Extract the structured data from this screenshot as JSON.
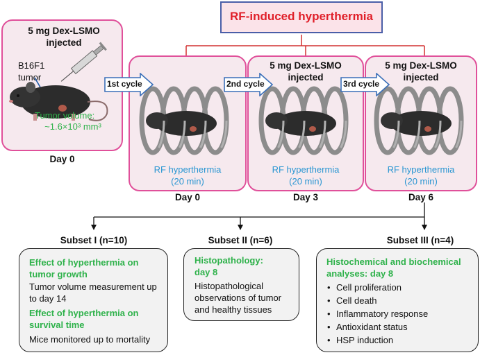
{
  "title": "RF-induced hyperthermia",
  "colors": {
    "pink_border": "#e0509a",
    "pink_fill": "#f6e9ee",
    "blue_text": "#2a96d2",
    "green_text": "#2fb24b",
    "red_title": "#e0202a",
    "title_border": "#4a5ea8"
  },
  "panel0": {
    "header": "5 mg Dex-LSMO injected",
    "tumor_label": "B16F1 tumor",
    "volume_label": "Tumor volume:",
    "volume_value": "~1.6×10³ mm³",
    "day": "Day 0"
  },
  "cycles": [
    {
      "arrow": "1st cycle",
      "header": "",
      "rf": "RF hyperthermia",
      "duration": "(20 min)",
      "day": "Day 0"
    },
    {
      "arrow": "2nd cycle",
      "header": "5 mg Dex-LSMO injected",
      "rf": "RF hyperthermia",
      "duration": "(20 min)",
      "day": "Day 3"
    },
    {
      "arrow": "3rd cycle",
      "header": "5 mg Dex-LSMO injected",
      "rf": "RF hyperthermia",
      "duration": "(20 min)",
      "day": "Day 6"
    }
  ],
  "subsets": [
    {
      "title": "Subset I (n=10)",
      "h1": "Effect of hyperthermia on tumor growth",
      "t1": "Tumor volume measurement up to day 14",
      "h2": "Effect of hyperthermia on survival time",
      "t2": "Mice monitored up to mortality"
    },
    {
      "title": "Subset II (n=6)",
      "h1": "Histopathology: day 8",
      "t1": "Histopathological observations of tumor and healthy tissues"
    },
    {
      "title": "Subset III (n=4)",
      "h1": "Histochemical and biochemical analyses: day 8",
      "items": [
        "Cell proliferation",
        "Cell death",
        "Inflammatory response",
        "Antioxidant status",
        "HSP induction"
      ]
    }
  ]
}
